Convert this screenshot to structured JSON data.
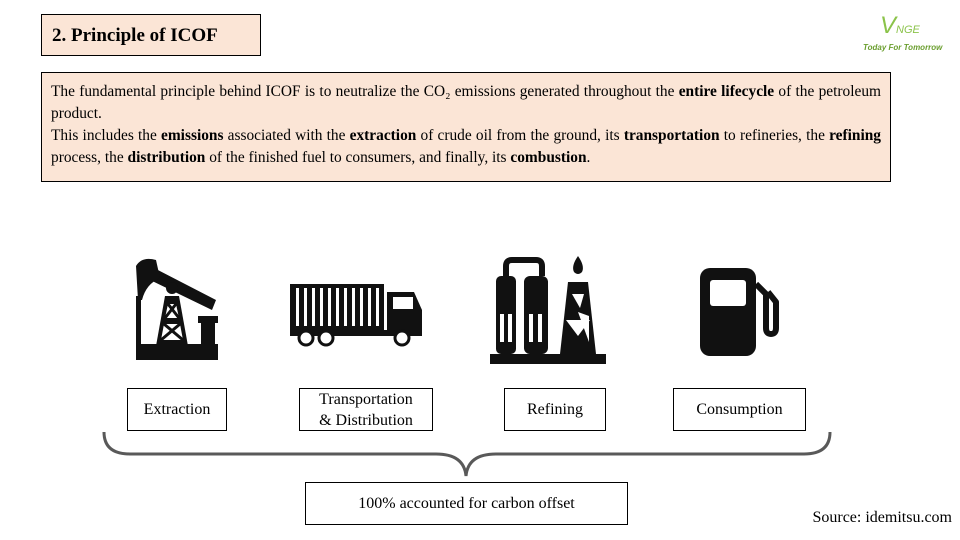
{
  "slide_title": "2. Principle of ICOF",
  "logo": {
    "mark_initial": "V",
    "mark_rest": "NGE",
    "tagline": "Today For Tomorrow"
  },
  "description": {
    "p1": [
      {
        "t": "The fundamental principle behind ICOF is to neutralize the CO₂ emissions generated throughout the ",
        "b": false
      },
      {
        "t": "entire lifecycle",
        "b": true
      },
      {
        "t": " of the petroleum product.",
        "b": false
      }
    ],
    "p2": [
      {
        "t": "This includes the ",
        "b": false
      },
      {
        "t": "emissions",
        "b": true
      },
      {
        "t": " associated with the ",
        "b": false
      },
      {
        "t": "extraction",
        "b": true
      },
      {
        "t": " of crude oil from the ground, its ",
        "b": false
      },
      {
        "t": "transportation",
        "b": true
      },
      {
        "t": " to refineries, the ",
        "b": false
      },
      {
        "t": "refining",
        "b": true
      },
      {
        "t": " process, the ",
        "b": false
      },
      {
        "t": "distribution",
        "b": true
      },
      {
        "t": " of the finished fuel to consumers, and finally, its ",
        "b": false
      },
      {
        "t": "combustion",
        "b": true
      },
      {
        "t": ".",
        "b": false
      }
    ]
  },
  "stages": {
    "extraction": {
      "label": "Extraction",
      "icon": "pumpjack-icon"
    },
    "transportation": {
      "label_line1": "Transportation",
      "label_line2": "& Distribution",
      "icon": "truck-icon"
    },
    "refining": {
      "label": "Refining",
      "icon": "refinery-icon"
    },
    "consumption": {
      "label": "Consumption",
      "icon": "fuel-pump-icon"
    }
  },
  "summary_label": "100% accounted for carbon offset",
  "source": "Source: idemitsu.com",
  "colors": {
    "box_fill": "#fbe5d6",
    "brace": "#595959",
    "logo_green": "#8bc34a"
  }
}
